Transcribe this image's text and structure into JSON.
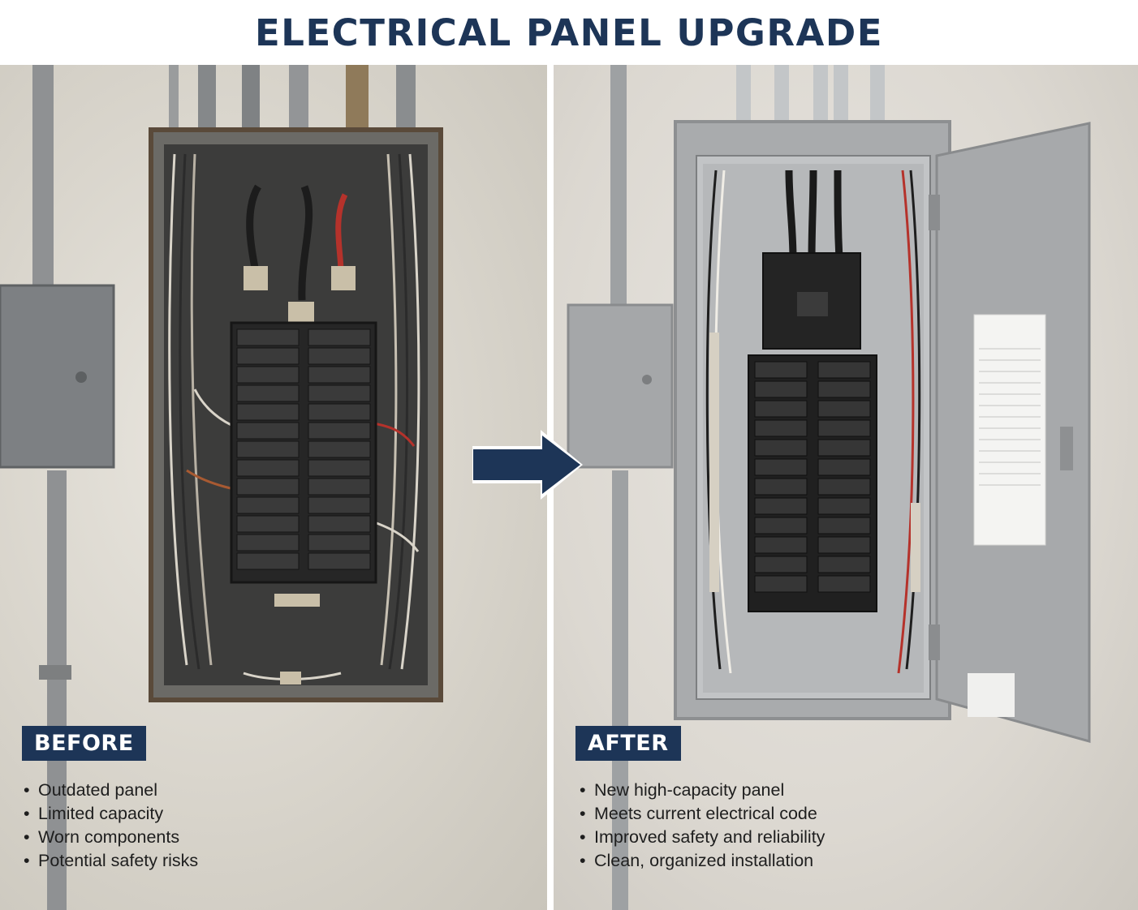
{
  "title": "ELECTRICAL PANEL UPGRADE",
  "before": {
    "label": "BEFORE",
    "points": [
      "Outdated panel",
      "Limited capacity",
      "Worn components",
      "Potential safety risks"
    ]
  },
  "after": {
    "label": "AFTER",
    "points": [
      "New high-capacity panel",
      "Meets current electrical code",
      "Improved safety and reliability",
      "Clean, organized installation"
    ]
  },
  "colors": {
    "accent": "#1d3557",
    "text": "#1e1e1e",
    "background": "#ffffff"
  },
  "icons": {
    "transition": "arrow-right-icon",
    "bullet": "•"
  }
}
